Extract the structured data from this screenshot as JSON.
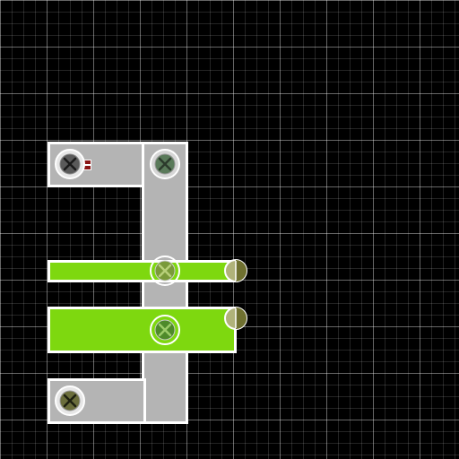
{
  "puzzle": {
    "colors": {
      "background": "#000000",
      "grid": "#ffffff",
      "beam": "#b4b4b4",
      "highlight": "#7ed80f",
      "border": "#ffffff",
      "tab": "#8a1414"
    },
    "pieces": [
      {
        "kind": "gray-beam",
        "color": "beam"
      },
      {
        "kind": "gray-beam",
        "color": "beam"
      },
      {
        "kind": "gray-beam",
        "color": "beam"
      },
      {
        "kind": "green-bar",
        "color": "highlight"
      },
      {
        "kind": "green-bar",
        "color": "highlight"
      }
    ],
    "bolts": [
      {
        "icon": "x-bolt-icon",
        "tone": "dark"
      },
      {
        "icon": "x-bolt-icon",
        "tone": "green"
      },
      {
        "icon": "x-bolt-icon",
        "tone": "green-light"
      },
      {
        "icon": "x-bolt-icon",
        "tone": "green"
      },
      {
        "icon": "x-bolt-icon",
        "tone": "olive"
      }
    ],
    "pins": [
      {
        "icon": "half-pin-icon"
      },
      {
        "icon": "half-pin-icon"
      }
    ]
  }
}
